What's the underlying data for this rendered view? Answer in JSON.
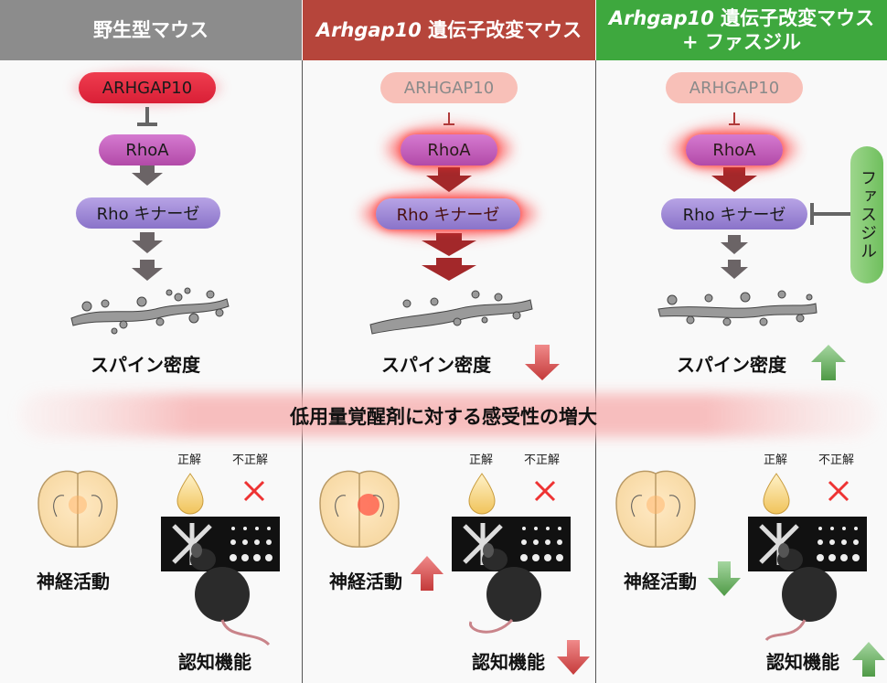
{
  "headers": {
    "col1": "野生型マウス",
    "col2_italic": "Arhgap10",
    "col2_rest": " 遺伝子改変マウス",
    "col3_italic": "Arhgap10",
    "col3_rest": " 遺伝子改変マウス",
    "col3_line2": "+ ファスジル"
  },
  "pathway": {
    "arhgap10": "ARHGAP10",
    "rhoa": "RhoA",
    "rho_kinase": "Rho キナーゼ",
    "fasudil": "ファスジル"
  },
  "labels": {
    "spine_density": "スパイン密度",
    "banner": "低用量覚醒剤に対する感受性の増大",
    "neural_activity": "神経活動",
    "cognitive": "認知機能",
    "correct": "正解",
    "incorrect": "不正解"
  },
  "colors": {
    "header_gray": "#8a8a8a",
    "header_red": "#b8463d",
    "header_green": "#3fa83f",
    "arrow_up_red": "#d9534f",
    "arrow_down_red": "#c9302c",
    "arrow_up_green": "#5cb85c"
  }
}
